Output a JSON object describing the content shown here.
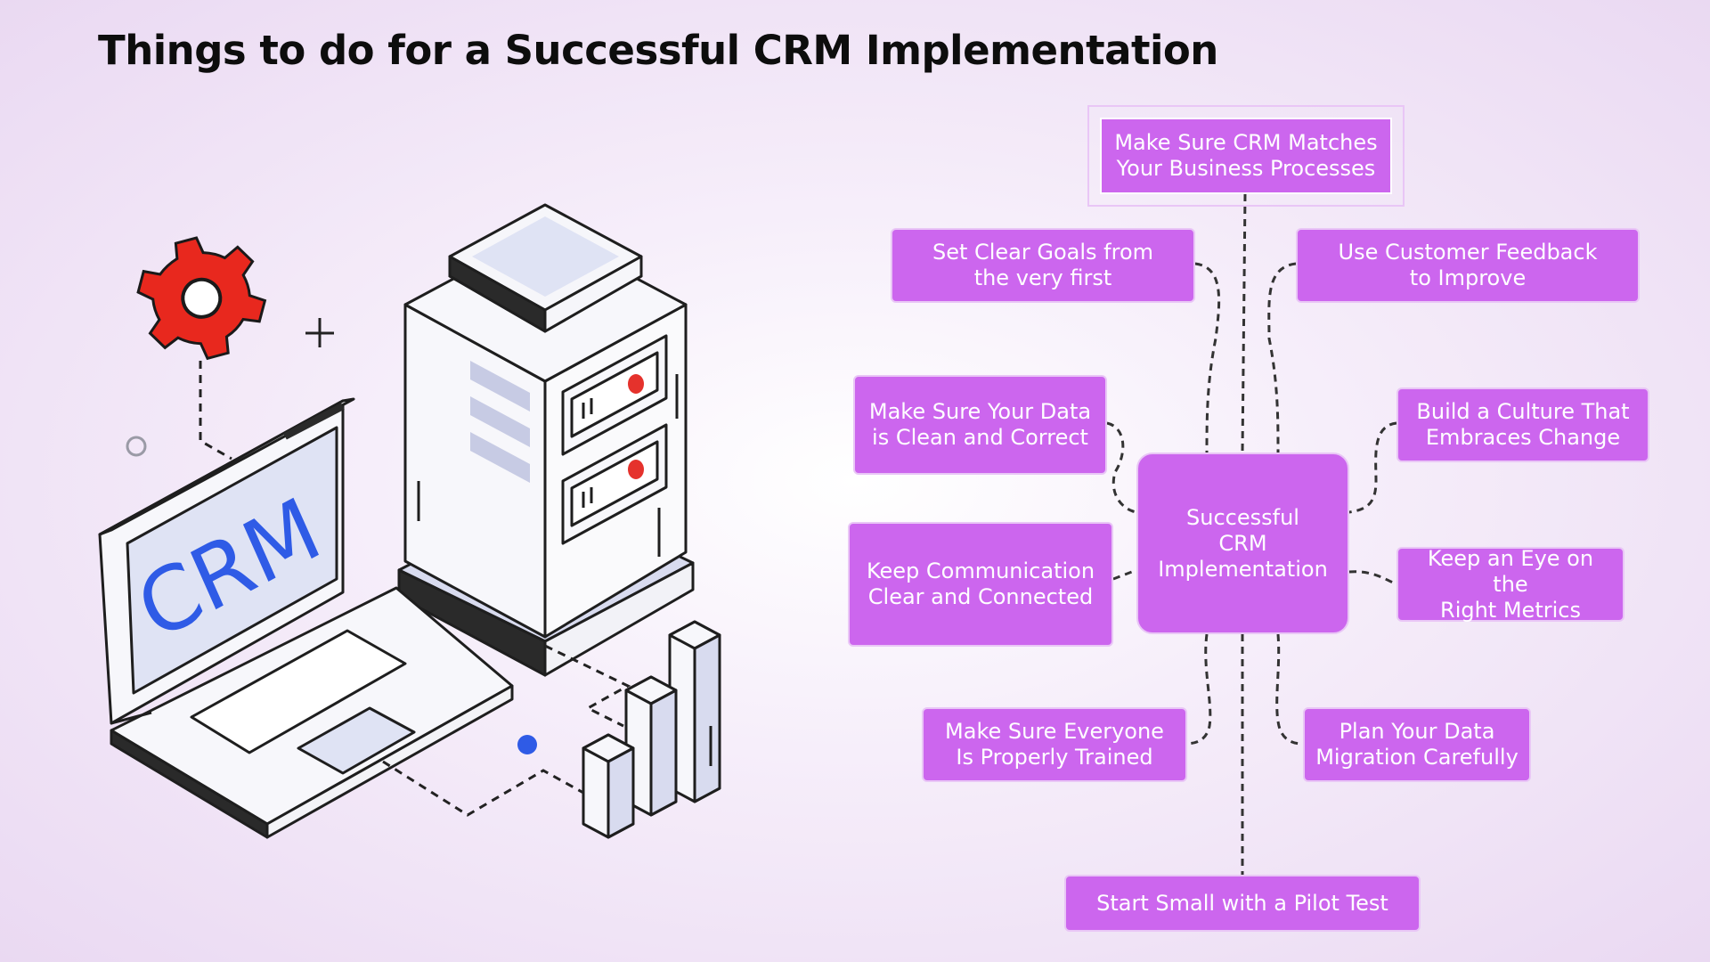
{
  "title": "Things to do for a Successful CRM Implementation",
  "illustration": {
    "screen_text": "CRM",
    "icons": [
      "gear-icon",
      "plus-icon",
      "ring-icon",
      "laptop-icon",
      "server-icon",
      "bar-chart-icon",
      "dot-icon"
    ],
    "colors": {
      "gear": "#e8281e",
      "crm_text": "#2f5be6",
      "server_light": "#e5322c",
      "outline": "#222222",
      "panel": "#d8dbef",
      "dot": "#2f5be6"
    }
  },
  "diagram": {
    "center": "Successful\nCRM\nImplementation",
    "nodes": {
      "top": "Make Sure CRM Matches\nYour Business Processes",
      "goals": "Set Clear Goals from\nthe very first",
      "feedback": "Use Customer Feedback\nto Improve",
      "data_clean": "Make Sure Your Data\nis Clean and Correct",
      "culture": "Build a Culture That\nEmbraces Change",
      "communication": "Keep Communication\nClear and Connected",
      "metrics": "Keep an Eye on the\nRight Metrics",
      "training": "Make Sure Everyone\nIs Properly Trained",
      "migration": "Plan Your Data\nMigration Carefully",
      "pilot": "Start Small with a Pilot Test"
    },
    "colors": {
      "node_fill": "#cc66ee",
      "node_border": "#e9c6f6",
      "node_text": "#ffffff",
      "connector": "#333333"
    }
  }
}
